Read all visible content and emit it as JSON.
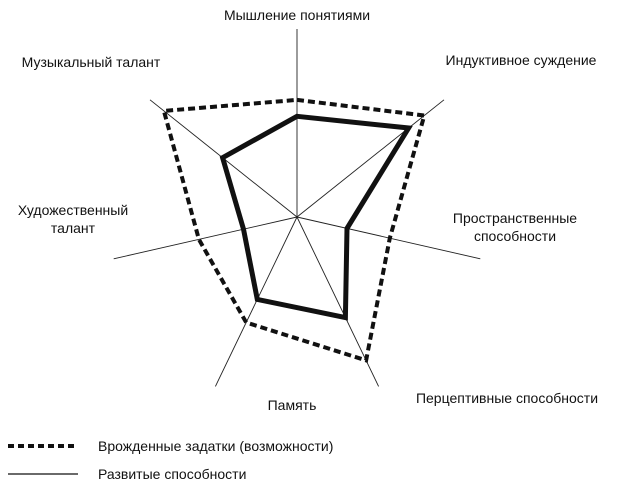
{
  "chart_data": {
    "type": "radar",
    "axes": [
      {
        "label_lines": [
          "Мышление понятиями"
        ]
      },
      {
        "label_lines": [
          "Индуктивное суждение"
        ]
      },
      {
        "label_lines": [
          "Пространственные",
          "способности"
        ]
      },
      {
        "label_lines": [
          "Перцептивные способности"
        ]
      },
      {
        "label_lines": [
          "Память"
        ]
      },
      {
        "label_lines": [
          "Художественный",
          "талант"
        ]
      },
      {
        "label_lines": [
          "Музыкальный талант"
        ]
      }
    ],
    "series": [
      {
        "name": "Врожденные задатки (возможности)",
        "style": "dashed",
        "values": [
          0.64,
          0.89,
          0.52,
          0.87,
          0.64,
          0.55,
          0.93
        ]
      },
      {
        "name": "Развитые способности",
        "style": "solid",
        "values": [
          0.55,
          0.78,
          0.28,
          0.61,
          0.5,
          0.3,
          0.52
        ]
      }
    ],
    "grid": false
  },
  "legend": {
    "items": [
      {
        "label": "Врожденные задатки (возможности)",
        "style": "dashed"
      },
      {
        "label": "Развитые способности",
        "style": "solid"
      }
    ]
  },
  "colors": {
    "ink": "#111111",
    "background": "#ffffff"
  }
}
